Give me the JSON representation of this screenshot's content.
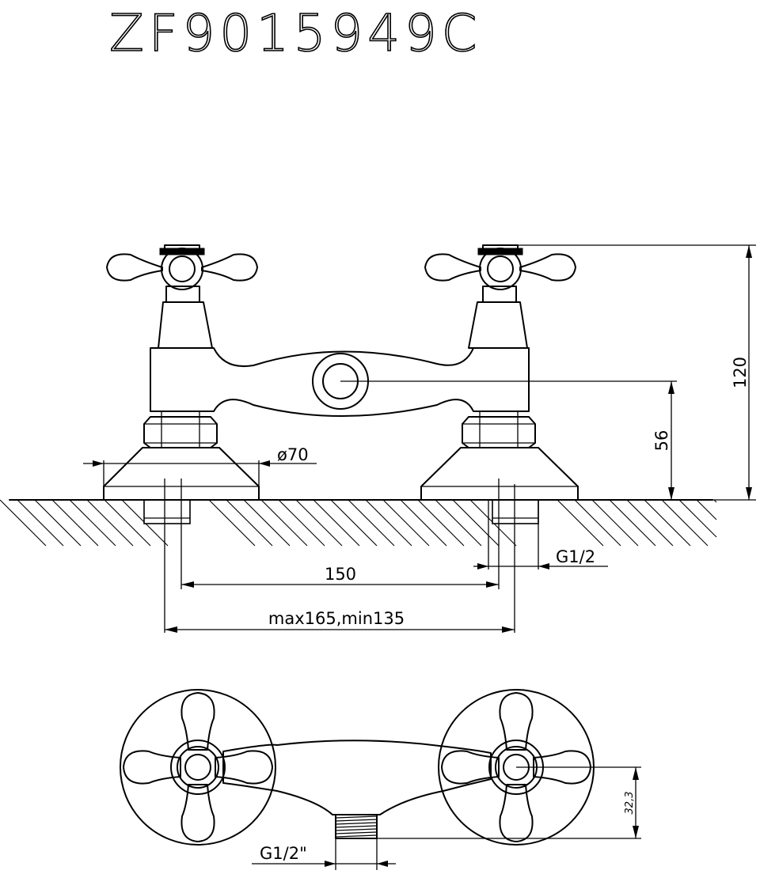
{
  "title": "ZF9015949C",
  "dimensions": {
    "height_total": "120",
    "height_outlet": "56",
    "flange_diameter": "ø70",
    "inlet_spacing": "150",
    "inlet_range": "max165,min135",
    "inlet_thread": "G1/2",
    "outlet_thread": "G1/2\"",
    "outlet_offset": "32,3"
  }
}
